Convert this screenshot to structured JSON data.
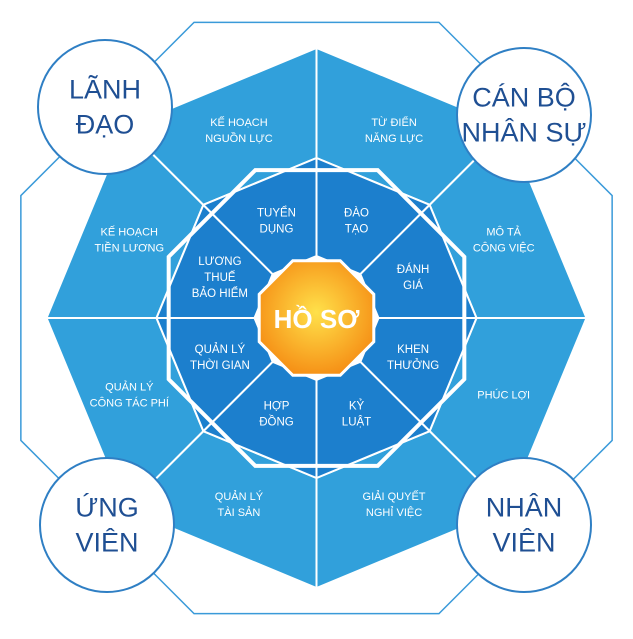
{
  "center": {
    "label": "HỒ SƠ"
  },
  "inner_ring": [
    {
      "lines": [
        "ĐÀO",
        "TẠO"
      ]
    },
    {
      "lines": [
        "ĐÁNH",
        "GIÁ"
      ]
    },
    {
      "lines": [
        "KHEN",
        "THƯỞNG"
      ]
    },
    {
      "lines": [
        "KỶ",
        "LUẬT"
      ]
    },
    {
      "lines": [
        "HỢP",
        "ĐỒNG"
      ]
    },
    {
      "lines": [
        "QUẢN LÝ",
        "THỜI GIAN"
      ]
    },
    {
      "lines": [
        "LƯƠNG",
        "THUẾ",
        "BẢO HIỂM"
      ]
    },
    {
      "lines": [
        "TUYỂN",
        "DỤNG"
      ]
    }
  ],
  "outer_ring": [
    {
      "lines": [
        "TỪ ĐIỂN",
        "NĂNG LỰC"
      ]
    },
    {
      "lines": [
        "MÔ TẢ",
        "CÔNG VIỆC"
      ]
    },
    {
      "lines": [
        "PHÚC LỢI"
      ]
    },
    {
      "lines": [
        "GIẢI QUYẾT",
        "NGHỈ VIỆC"
      ]
    },
    {
      "lines": [
        "QUẢN LÝ",
        "TÀI SẢN"
      ]
    },
    {
      "lines": [
        "QUẢN LÝ",
        "CÔNG TÁC PHÍ"
      ]
    },
    {
      "lines": [
        "KẾ HOẠCH",
        "TIỀN LƯƠNG"
      ]
    },
    {
      "lines": [
        "KẾ HOẠCH",
        "NGUỒN LỰC"
      ]
    }
  ],
  "roles": [
    {
      "id": "lanh-dao",
      "lines": [
        "LÃNH",
        "ĐẠO"
      ]
    },
    {
      "id": "can-bo-nhan-su",
      "lines": [
        "CÁN BỘ",
        "NHÂN SỰ"
      ]
    },
    {
      "id": "ung-vien",
      "lines": [
        "ỨNG",
        "VIÊN"
      ]
    },
    {
      "id": "nhan-vien",
      "lines": [
        "NHÂN",
        "VIÊN"
      ]
    }
  ],
  "colors": {
    "outer_fill": "#31a0db",
    "inner_fill": "#1c7fcd",
    "line": "#ffffff",
    "frame_stroke": "#3a9ad9",
    "circle_stroke": "#2f7fc4",
    "role_text": "#1f4f93",
    "center_gradient": [
      "#ffe14a",
      "#f58a12"
    ]
  }
}
